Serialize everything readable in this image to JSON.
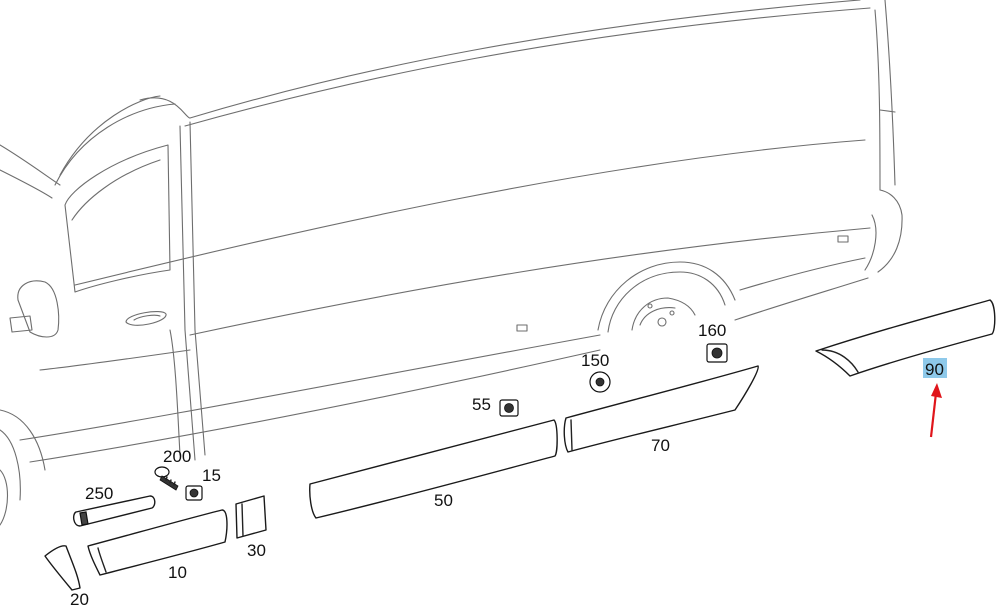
{
  "diagram": {
    "callouts": {
      "c200": "200",
      "c15": "15",
      "c250": "250",
      "c10": "10",
      "c20": "20",
      "c30": "30",
      "c50": "50",
      "c55": "55",
      "c150": "150",
      "c70": "70",
      "c160": "160",
      "c90": "90"
    },
    "highlighted_callout": "90",
    "colors": {
      "highlight": "#8ec9ea",
      "arrow": "#e0151b"
    }
  }
}
